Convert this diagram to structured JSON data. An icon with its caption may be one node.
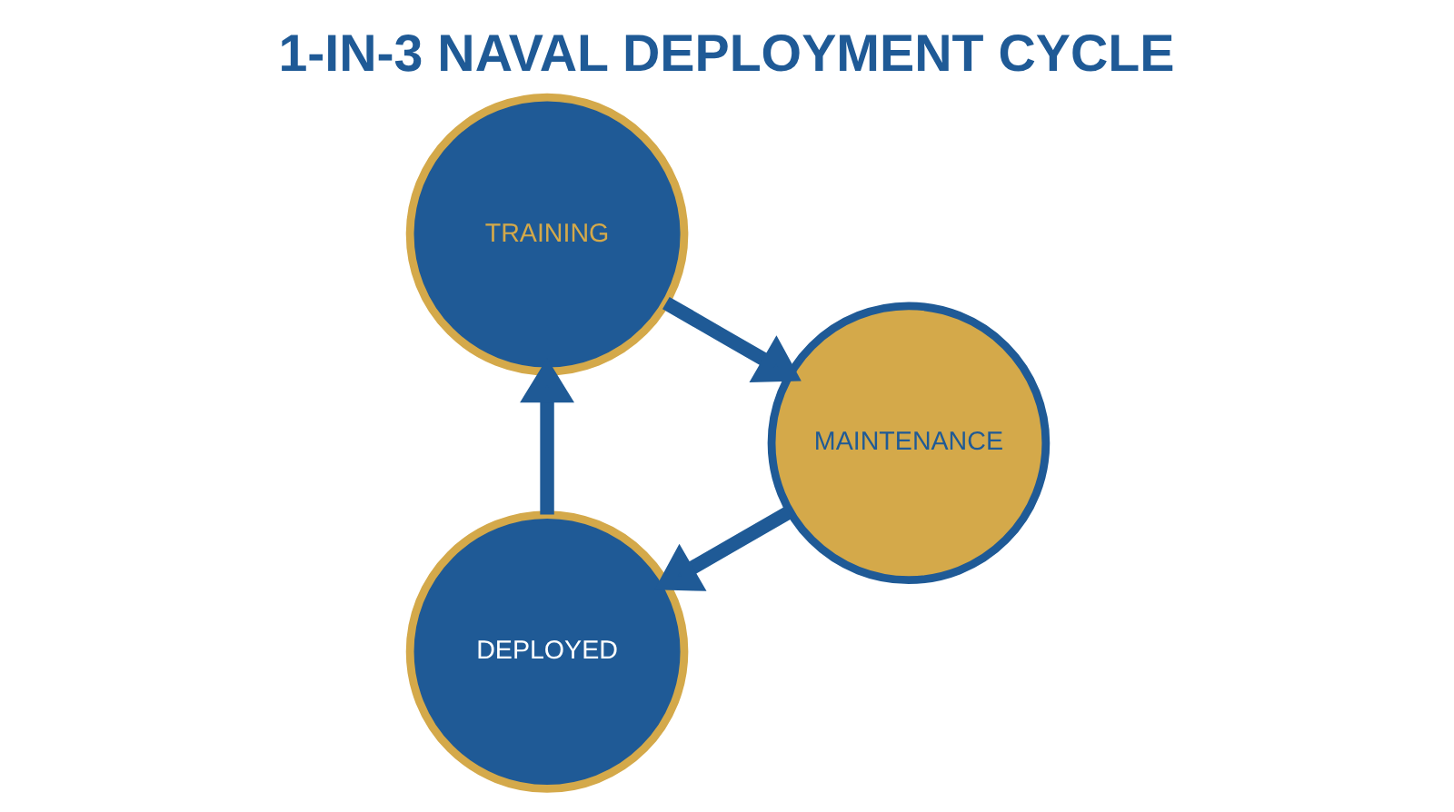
{
  "diagram": {
    "title": "1-IN-3 NAVAL DEPLOYMENT CYCLE",
    "nodes": [
      {
        "text": [
          "DEPLOYED"
        ]
      },
      {
        "text": [
          "TRAINING"
        ]
      },
      {
        "text": [
          "MAINTENANCE"
        ]
      }
    ],
    "edges": [
      {
        "from": 0,
        "to": 1,
        "arrow": "to"
      },
      {
        "from": 1,
        "to": 2,
        "arrow": "to"
      },
      {
        "from": 2,
        "to": 0,
        "arrow": "to"
      }
    ]
  }
}
